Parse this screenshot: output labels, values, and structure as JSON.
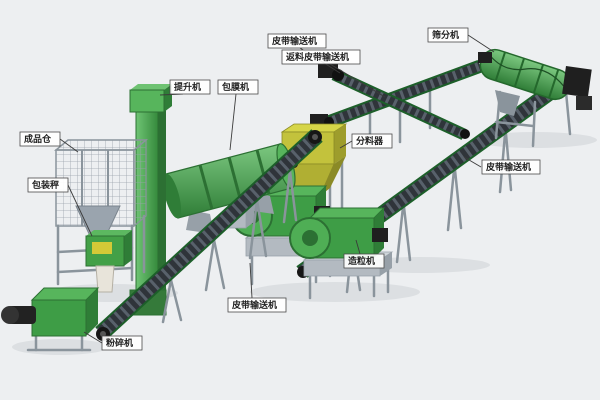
{
  "diagram": {
    "kind": "fertilizer-production-line-equipment-illustration",
    "background": "#edeff1"
  },
  "labels": [
    {
      "id": "finished-product-bin",
      "text": "成品仓"
    },
    {
      "id": "packing-scale",
      "text": "包装秤"
    },
    {
      "id": "bucket-elevator",
      "text": "提升机"
    },
    {
      "id": "coating-machine",
      "text": "包膜机"
    },
    {
      "id": "belt-conveyor-top",
      "text": "皮带输送机"
    },
    {
      "id": "return-belt-conveyor",
      "text": "返料皮带输送机"
    },
    {
      "id": "screening-machine",
      "text": "筛分机"
    },
    {
      "id": "distributor",
      "text": "分料器"
    },
    {
      "id": "belt-conveyor-right",
      "text": "皮带输送机"
    },
    {
      "id": "granulator",
      "text": "造粒机"
    },
    {
      "id": "belt-conveyor-middle",
      "text": "皮带输送机"
    },
    {
      "id": "crusher",
      "text": "粉碎机"
    }
  ],
  "colors": {
    "background": "#edeff1",
    "machine_green": "#3e9d46",
    "machine_green_light": "#6fc474",
    "machine_green_dark": "#2c7033",
    "hopper_yellow": "#c3c23c",
    "steel_gray": "#a7b0b8",
    "belt_dark": "#2f343a",
    "label_text": "#222222"
  }
}
